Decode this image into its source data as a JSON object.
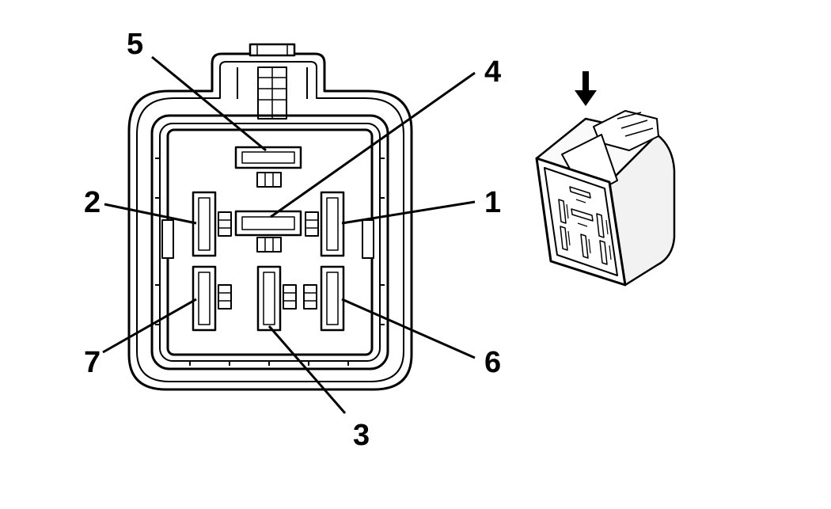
{
  "diagram": {
    "pin_labels": {
      "p1": "1",
      "p2": "2",
      "p3": "3",
      "p4": "4",
      "p5": "5",
      "p6": "6",
      "p7": "7"
    }
  },
  "colors": {
    "line": "#000000",
    "background": "#ffffff",
    "body_light": "#f2f2f2"
  },
  "icons": {
    "insertion_arrow": "arrow-down-icon"
  }
}
